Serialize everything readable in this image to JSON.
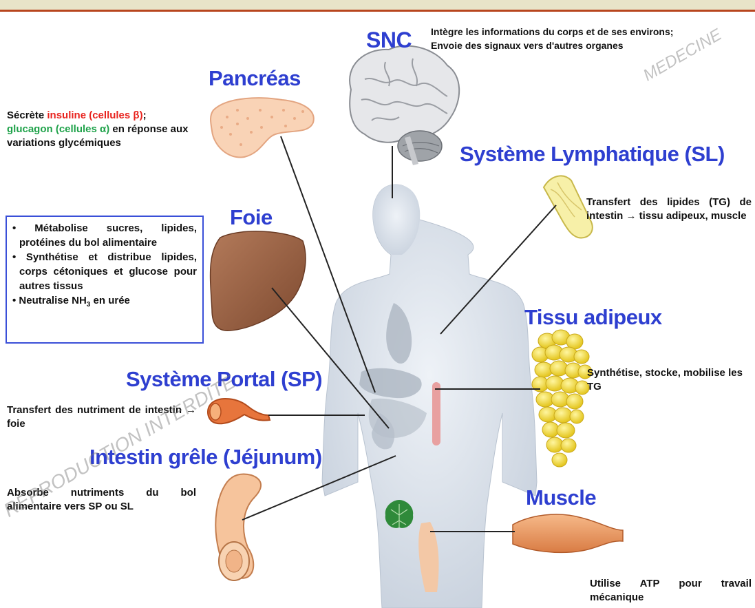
{
  "titles": {
    "snc": "SNC",
    "pancreas": "Pancréas",
    "foie": "Foie",
    "sp": "Système Portal (SP)",
    "intestin": "Intestin grêle (Jéjunum)",
    "sl": "Système Lymphatique (SL)",
    "adipeux": "Tissu adipeux",
    "muscle": "Muscle"
  },
  "snc_desc": {
    "line1": "Intègre les informations du corps et de ses environs;",
    "line2": "Envoie des signaux vers d'autres organes"
  },
  "pancreas_desc": {
    "part1": "Sécrète ",
    "insuline": "insuline (cellules β)",
    "part2": ";",
    "glucagon": "glucagon (cellules α)",
    "part3": " en réponse aux variations glycémiques"
  },
  "foie_box": {
    "item1": "• Métabolise sucres, lipides, protéines du bol alimentaire",
    "item2": "• Synthétise et distribue lipides, corps cétoniques et glucose pour autres tissus",
    "item3_pre": "• Neutralise NH",
    "item3_sub": "3",
    "item3_post": " en urée"
  },
  "sp_desc": "Transfert des nutriment de intestin → foie",
  "intestin_desc": "Absorbe nutriments du bol alimentaire vers SP ou SL",
  "sl_desc": "Transfert des lipides (TG) de intestin → tissu adipeux, muscle",
  "adipeux_desc": "Synthétise, stocke, mobilise les TG",
  "muscle_desc": "Utilise ATP pour travail mécanique",
  "watermarks": {
    "bottom_left": "REPRODUCTION INTERDITE",
    "top_right": "MEDECINE"
  },
  "colors": {
    "title_blue": "#2e3fd0",
    "insuline_red": "#e8231e",
    "glucagon_green": "#1fa24a",
    "box_border": "#3a4fd8",
    "top_border": "#b8451e"
  }
}
